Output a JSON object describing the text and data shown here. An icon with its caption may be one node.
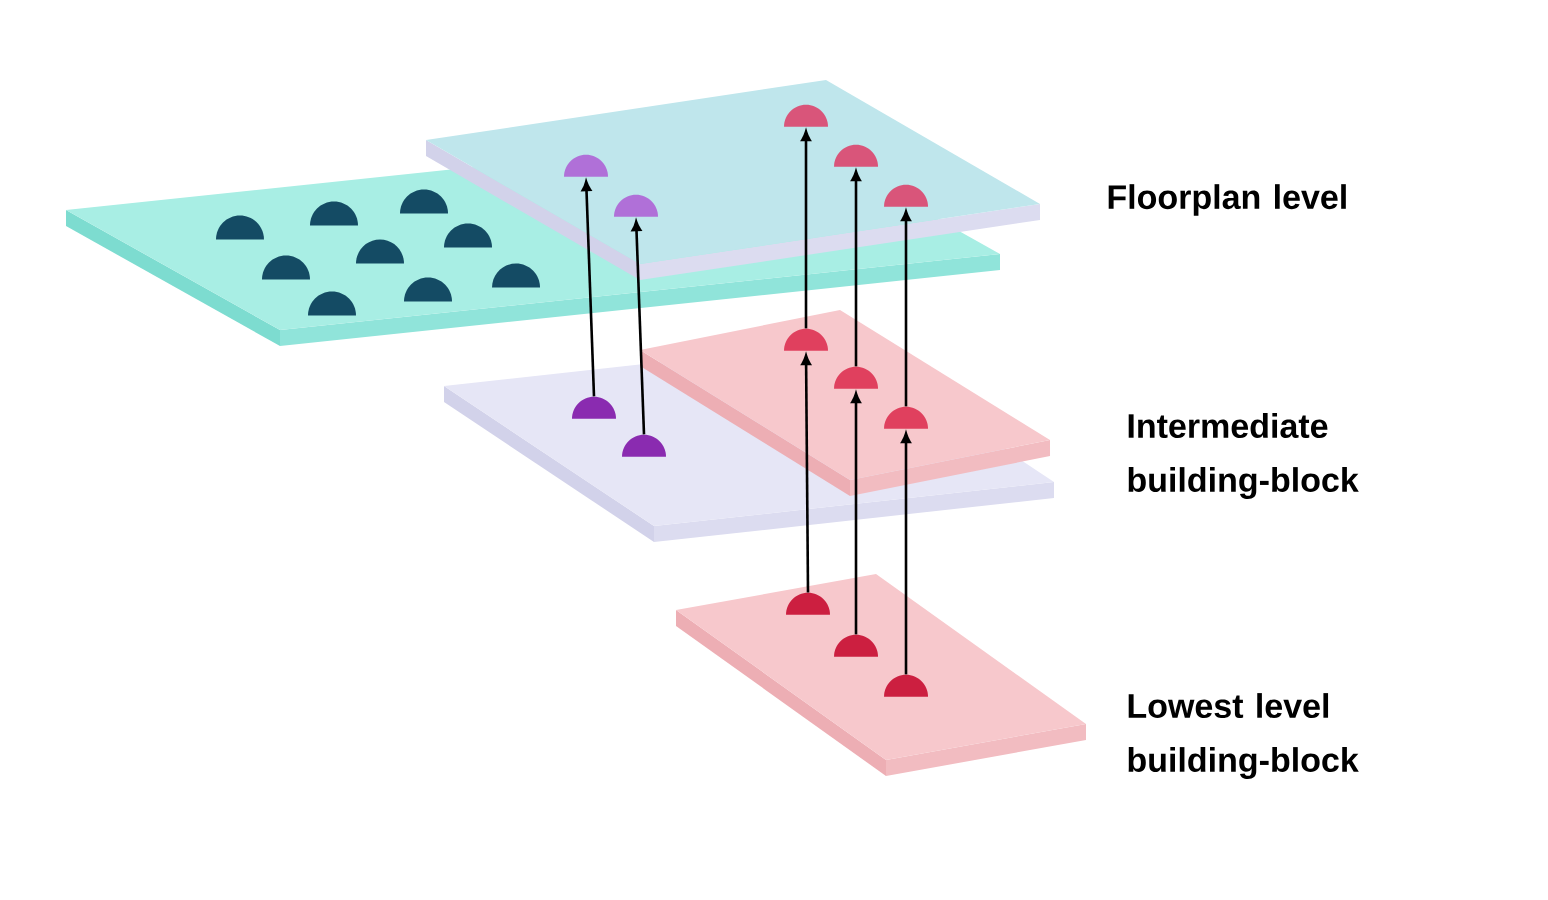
{
  "diagram": {
    "nodes": [
      {
        "text": [],
        "shape": "dome"
      },
      {
        "text": [],
        "shape": "dome"
      },
      {
        "text": [],
        "shape": "dome"
      },
      {
        "text": [],
        "shape": "dome"
      },
      {
        "text": [],
        "shape": "dome"
      },
      {
        "text": [],
        "shape": "dome"
      },
      {
        "text": [],
        "shape": "dome"
      },
      {
        "text": [],
        "shape": "dome"
      },
      {
        "text": [],
        "shape": "dome"
      },
      {
        "text": [],
        "shape": "dome"
      },
      {
        "text": [],
        "shape": "dome"
      },
      {
        "text": [],
        "shape": "dome"
      },
      {
        "text": [],
        "shape": "dome"
      }
    ],
    "edges": [
      {
        "from": 5,
        "to": 0,
        "arrow": "to"
      },
      {
        "from": 6,
        "to": 1,
        "arrow": "to"
      },
      {
        "from": 7,
        "to": 2,
        "arrow": "to"
      },
      {
        "from": 8,
        "to": 3,
        "arrow": "to"
      },
      {
        "from": 9,
        "to": 4,
        "arrow": "to"
      },
      {
        "from": 10,
        "to": 7,
        "arrow": "to"
      },
      {
        "from": 11,
        "to": 8,
        "arrow": "to"
      },
      {
        "from": 12,
        "to": 9,
        "arrow": "to"
      }
    ],
    "labels": [
      "Floorplan level",
      "Intermediate building-block",
      "Lowest level building-block"
    ]
  }
}
